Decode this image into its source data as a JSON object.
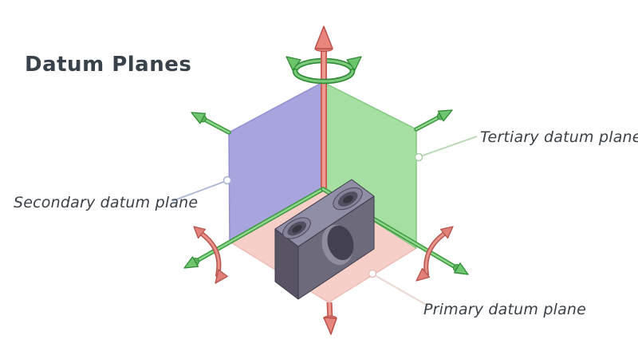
{
  "title": "Datum Planes",
  "labels": {
    "secondary": "Secondary datum plane",
    "tertiary": "Tertiary datum plane",
    "primary": "Primary datum plane"
  },
  "colors": {
    "secondary_plane": "#a8a5de",
    "tertiary_plane": "#a5dfa2",
    "primary_plane": "#f7cfc9",
    "axis_green": "#54ab54",
    "axis_red": "#e4857d",
    "part_top": "#908da7",
    "part_front": "#6d6a7b",
    "part_side": "#585466",
    "text": "#3a4046",
    "background": "#ffffff"
  }
}
